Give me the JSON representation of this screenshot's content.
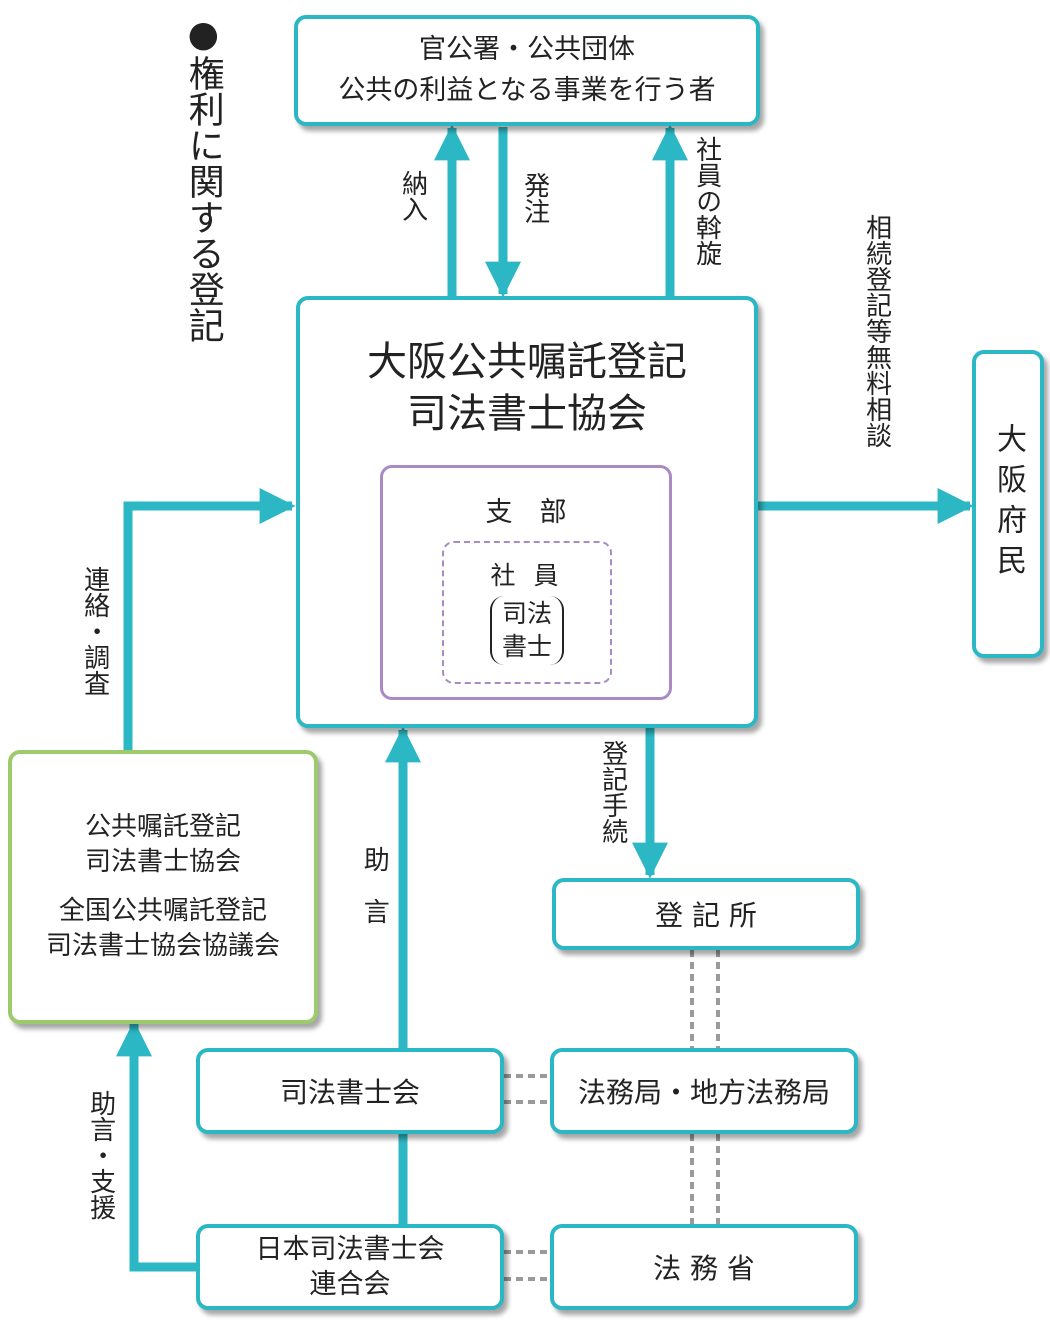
{
  "title": "●権利に関する登記",
  "nodes": {
    "public_office": {
      "line1": "官公署・公共団体",
      "line2": "公共の利益となる事業を行う者"
    },
    "association": {
      "line1": "大阪公共嘱託登記",
      "line2": "司法書士協会"
    },
    "branch": {
      "label": "支　部"
    },
    "member": {
      "line1": "社 員",
      "line2": "司法",
      "line3": "書士"
    },
    "residents": {
      "label": "大阪府民"
    },
    "other_assoc": {
      "line1": "公共嘱託登記",
      "line2": "司法書士協会",
      "line3": "全国公共嘱託登記",
      "line4": "司法書士協会協議会"
    },
    "registry": {
      "label": "登 記 所"
    },
    "shihoshoshi_kai": {
      "label": "司法書士会"
    },
    "legal_affairs": {
      "label": "法務局・地方法務局"
    },
    "federation": {
      "line1": "日本司法書士会",
      "line2": "連合会"
    },
    "ministry": {
      "label": "法 務 省"
    }
  },
  "edges": {
    "delivery": "納入",
    "order": "発注",
    "placement": "社員の斡旋",
    "consultation": "相続登記等無料相談",
    "contact": "連絡・調査",
    "procedure": "登記手続",
    "advice": "助　言",
    "advice_support": "助言・支援"
  },
  "colors": {
    "teal": "#2bb7c3",
    "green": "#9bcb6c",
    "purple": "#a98ac4",
    "gray": "#9a9a9a"
  }
}
